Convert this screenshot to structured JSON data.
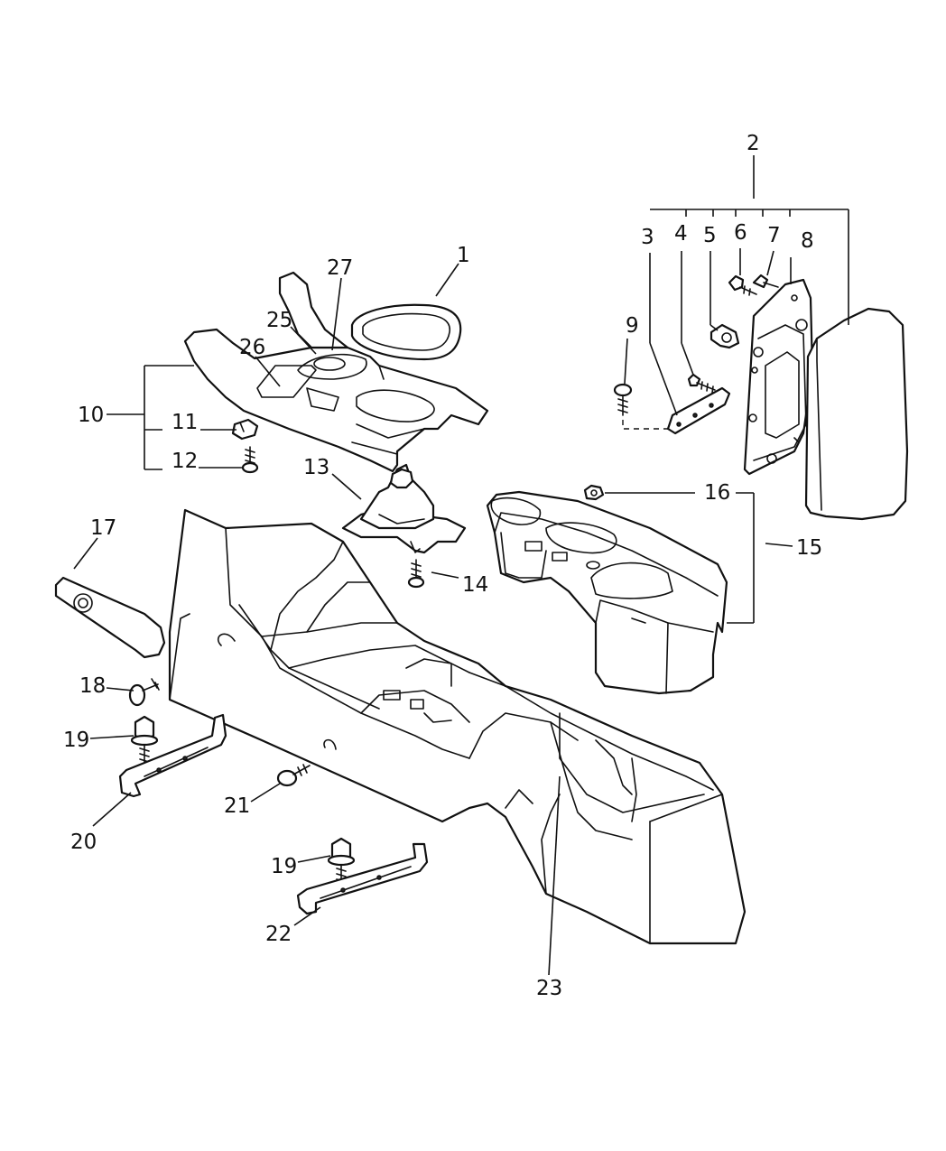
{
  "callouts": {
    "c1": "1",
    "c2": "2",
    "c3": "3",
    "c4": "4",
    "c5": "5",
    "c6": "6",
    "c7": "7",
    "c8": "8",
    "c9": "9",
    "c10": "10",
    "c11": "11",
    "c12": "12",
    "c13": "13",
    "c14": "14",
    "c15": "15",
    "c16": "16",
    "c17": "17",
    "c18": "18",
    "c19a": "19",
    "c19b": "19",
    "c20": "20",
    "c21": "21",
    "c22": "22",
    "c23": "23",
    "c25": "25",
    "c26": "26",
    "c27": "27"
  }
}
